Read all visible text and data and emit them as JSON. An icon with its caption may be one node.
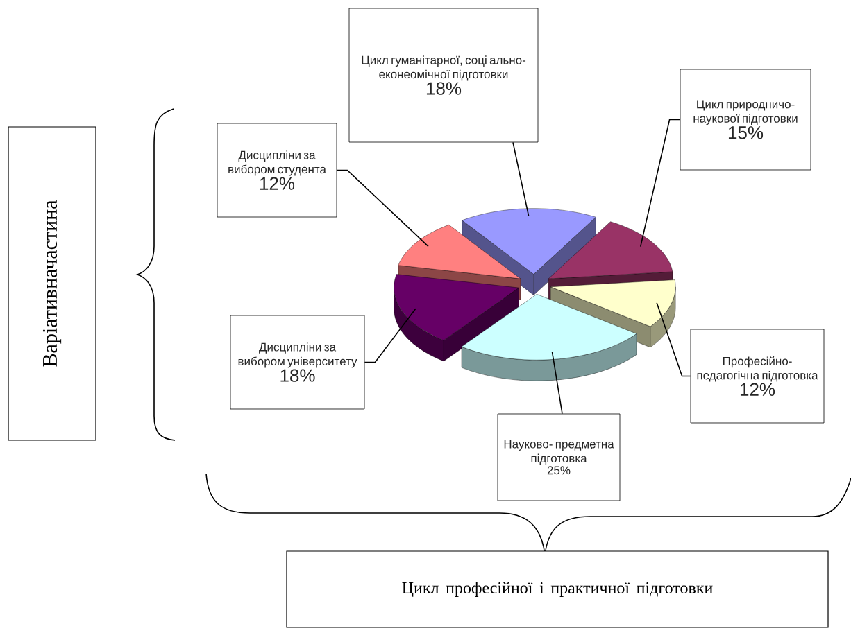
{
  "diagram": {
    "nodes": [
      {
        "text": [
          "Варіативначастина"
        ]
      },
      {
        "text": [
          "Дисципліни за вибором студента",
          "12%"
        ]
      },
      {
        "text": [
          "Цикл гуманітарної, соці ально- еконеомічної підготовки",
          "18%"
        ]
      },
      {
        "text": [
          "Цикл природничо- наукової підготовки",
          "15%"
        ]
      },
      {
        "text": [
          "Дисципліни за вибором університету",
          "18%"
        ]
      },
      {
        "text": [
          "Професійно- педагогічна підготовка",
          "12%"
        ]
      },
      {
        "text": [
          "Науково- предметна підготовка",
          "25%"
        ]
      },
      {
        "text": [
          "Цикл професійної і практичної підготовки"
        ]
      },
      {
        "text": [],
        "shape": "wedge"
      },
      {
        "text": [],
        "shape": "wedge"
      },
      {
        "text": [],
        "shape": "wedge"
      },
      {
        "text": [],
        "shape": "wedge"
      },
      {
        "text": [],
        "shape": "wedge"
      },
      {
        "text": [],
        "shape": "wedge"
      }
    ],
    "edges": [
      {
        "from": 1,
        "to": 8,
        "arrow": "none"
      },
      {
        "from": 2,
        "to": 10,
        "arrow": "none"
      },
      {
        "from": 3,
        "to": 12,
        "arrow": "none"
      },
      {
        "from": 4,
        "to": 9,
        "arrow": "none"
      },
      {
        "from": 5,
        "to": 13,
        "arrow": "none"
      },
      {
        "from": 6,
        "to": 11,
        "arrow": "none"
      }
    ]
  }
}
